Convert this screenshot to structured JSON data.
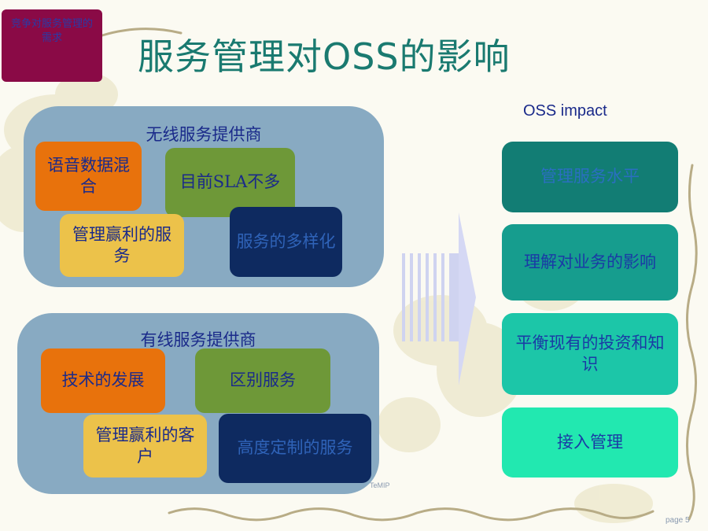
{
  "corner_tag": "竞争对服务管理的需求",
  "title": "服务管理对OSS的影响",
  "wireless": {
    "title": "无线服务提供商",
    "boxes": [
      "语音数据混合",
      "目前SLA不多",
      "管理赢利的服务",
      "服务的多样化"
    ]
  },
  "wired": {
    "title": "有线服务提供商",
    "boxes": [
      "技术的发展",
      "区别服务",
      "管理赢利的客户",
      "高度定制的服务"
    ]
  },
  "impact": {
    "label": "OSS impact",
    "items": [
      "管理服务水平",
      "理解对业务的影响",
      "平衡现有的投资和知识",
      "接入管理"
    ]
  },
  "footer": {
    "product": "TeMIP",
    "page": "page 5"
  }
}
